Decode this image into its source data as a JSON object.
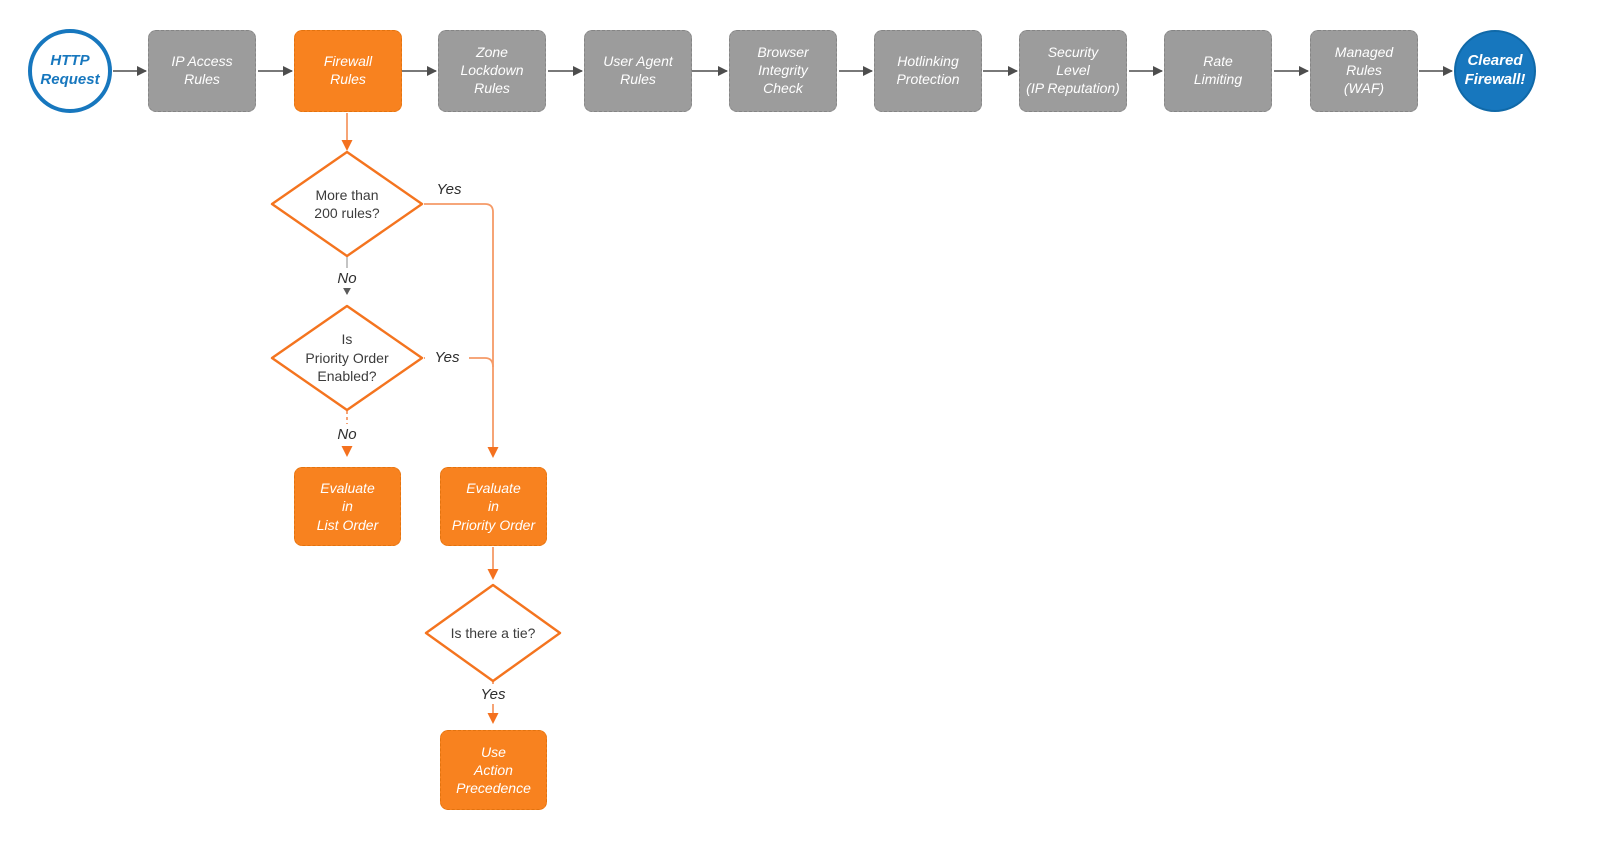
{
  "colors": {
    "accent_orange": "#F8821F",
    "inactive_gray": "#9C9C9C",
    "endpoint_blue": "#1777BE",
    "connector_dark": "#4D4D4D",
    "connector_orange": "#F4711F"
  },
  "flow": {
    "start": {
      "label": "HTTP\nRequest"
    },
    "pipeline": [
      {
        "label": "IP Access\nRules",
        "state": "inactive"
      },
      {
        "label": "Firewall\nRules",
        "state": "active"
      },
      {
        "label": "Zone\nLockdown\nRules",
        "state": "inactive"
      },
      {
        "label": "User Agent\nRules",
        "state": "inactive"
      },
      {
        "label": "Browser\nIntegrity\nCheck",
        "state": "inactive"
      },
      {
        "label": "Hotlinking\nProtection",
        "state": "inactive"
      },
      {
        "label": "Security\nLevel\n(IP Reputation)",
        "state": "inactive"
      },
      {
        "label": "Rate\nLimiting",
        "state": "inactive"
      },
      {
        "label": "Managed\nRules\n(WAF)",
        "state": "inactive"
      }
    ],
    "end": {
      "label": "Cleared\nFirewall!"
    },
    "decisions": [
      {
        "label": "More than\n200 rules?",
        "yes": "Yes",
        "no": "No"
      },
      {
        "label": "Is\nPriority Order\nEnabled?",
        "yes": "Yes",
        "no": "No"
      },
      {
        "label": "Is there a tie?",
        "yes": "Yes"
      }
    ],
    "processes": [
      {
        "label": "Evaluate\nin\nList Order"
      },
      {
        "label": "Evaluate\nin\nPriority Order"
      },
      {
        "label": "Use\nAction\nPrecedence"
      }
    ]
  }
}
